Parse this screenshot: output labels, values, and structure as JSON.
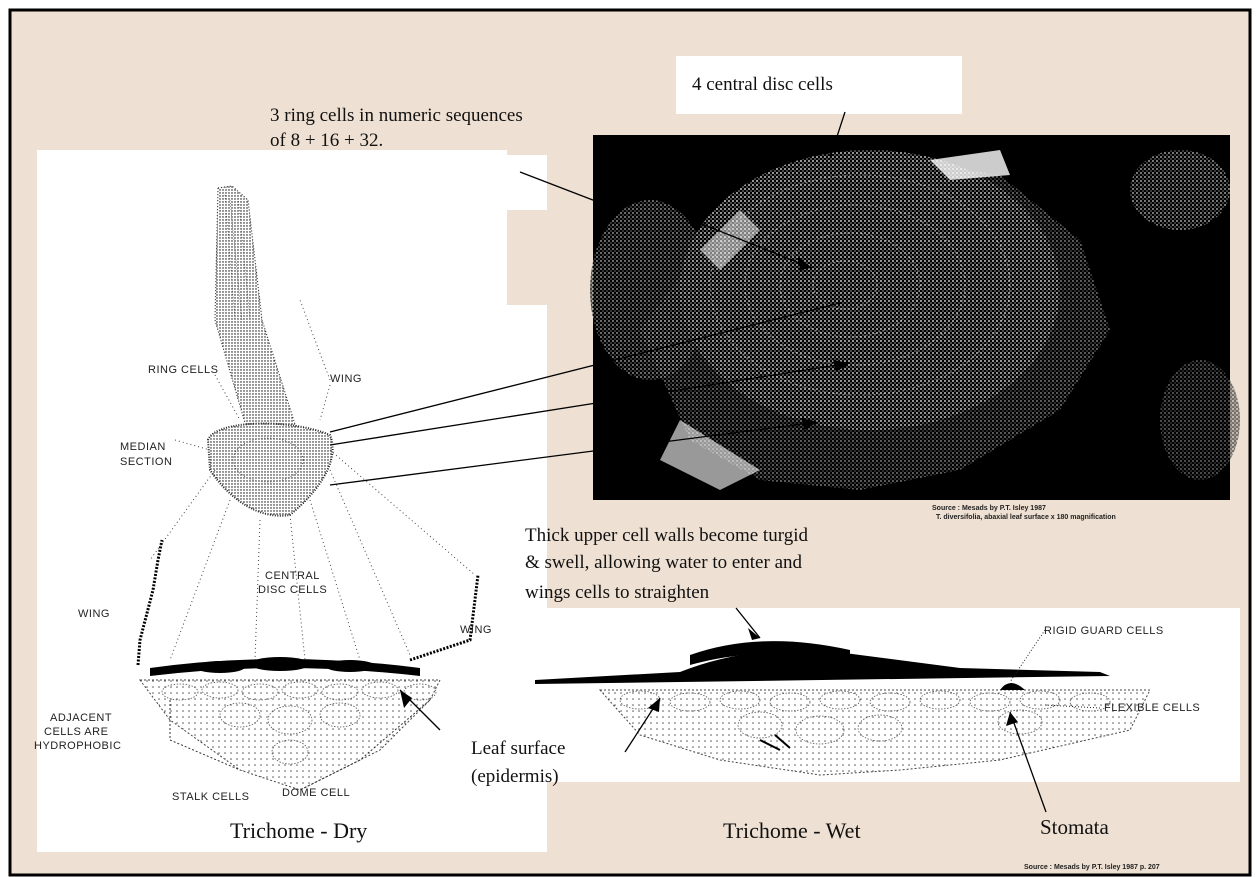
{
  "annotations": {
    "central_disc": "4 central disc cells",
    "ring_cells_line1": "3 ring cells in numeric sequences",
    "ring_cells_line2": "of 8 + 16 + 32.",
    "turgid_line1": "Thick upper cell walls become turgid",
    "turgid_line2": "& swell, allowing water to enter and",
    "turgid_line3": "wings cells to straighten",
    "leaf_surface_line1": "Leaf surface",
    "leaf_surface_line2": "(epidermis)",
    "stomata": "Stomata"
  },
  "dry_diagram_labels": {
    "ring_cells": "RING CELLS",
    "wing_top": "WING",
    "median_line1": "MEDIAN",
    "median_line2": "SECTION",
    "central_disc_line1": "CENTRAL",
    "central_disc_line2": "DISC CELLS",
    "wing_left": "WING",
    "wing_right": "WING",
    "adjacent_line1": "ADJACENT",
    "adjacent_line2": "CELLS  ARE",
    "adjacent_line3": "HYDROPHOBIC",
    "stalk_cells": "STALK CELLS",
    "dome_cell": "DOME CELL"
  },
  "wet_diagram_labels": {
    "rigid_guard": "RIGID GUARD CELLS",
    "flexible": "FLEXIBLE CELLS"
  },
  "captions": {
    "dry": "Trichome - Dry",
    "wet": "Trichome - Wet"
  },
  "sources": {
    "photo_line1": "Source : Mesads by P.T. Isley  1987",
    "photo_line2": "T. diversifolia, abaxial leaf surface x 180 magnification",
    "bottom": "Source : Mesads by P.T. Isley  1987 p. 207"
  },
  "colors": {
    "background": "#eee0d2",
    "border": "#000000",
    "panel": "#ffffff",
    "photo_background": "#000000"
  }
}
